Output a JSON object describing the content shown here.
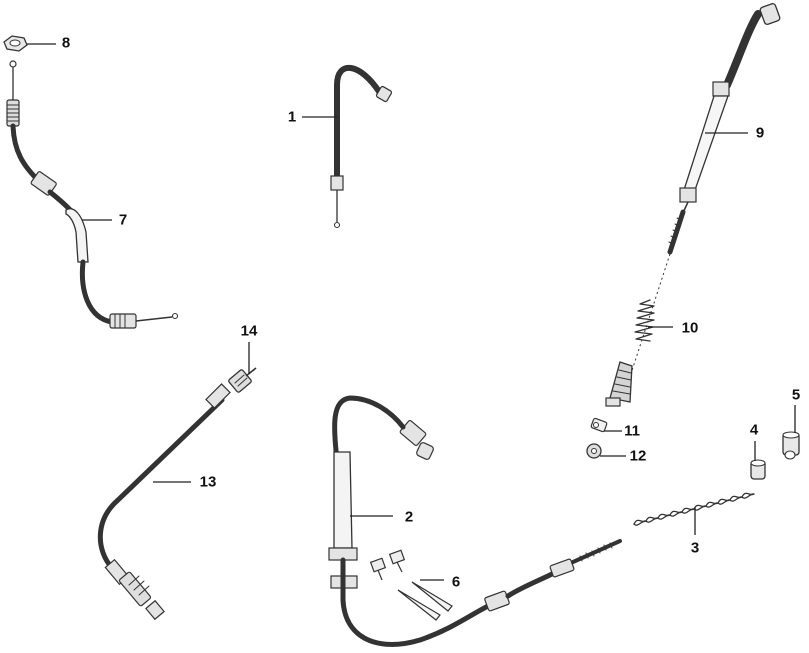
{
  "diagram": {
    "colors": {
      "line": "#333333",
      "label": "#111111",
      "background": "#ffffff"
    },
    "callouts": [
      {
        "id": "c8",
        "label": "8"
      },
      {
        "id": "c1",
        "label": "1"
      },
      {
        "id": "c9",
        "label": "9"
      },
      {
        "id": "c7",
        "label": "7"
      },
      {
        "id": "c10",
        "label": "10"
      },
      {
        "id": "c14",
        "label": "14"
      },
      {
        "id": "c5",
        "label": "5"
      },
      {
        "id": "c11",
        "label": "11"
      },
      {
        "id": "c4",
        "label": "4"
      },
      {
        "id": "c12",
        "label": "12"
      },
      {
        "id": "c13",
        "label": "13"
      },
      {
        "id": "c2",
        "label": "2"
      },
      {
        "id": "c3",
        "label": "3"
      },
      {
        "id": "c6",
        "label": "6"
      }
    ]
  }
}
